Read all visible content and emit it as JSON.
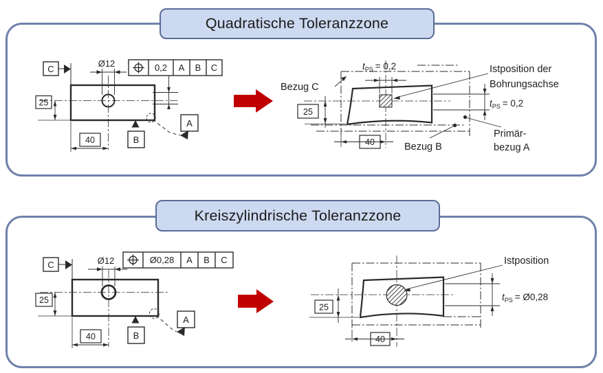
{
  "titles": {
    "panel1": "Quadratische Toleranzzone",
    "panel2": "Kreiszylindrische Toleranzzone"
  },
  "colors": {
    "panel_border": "#7081ab",
    "banner_border": "#5a6b96",
    "banner_fill": "#cdd9f0",
    "arrow_red": "#c00000",
    "ink": "#2a2a2a"
  },
  "panel1": {
    "drawing": {
      "datum_c": "C",
      "hole_dia": "Ø12",
      "fcf": {
        "tolerance": "0,2",
        "datum1": "A",
        "datum2": "B",
        "datum3": "C"
      },
      "dim_25": "25",
      "dim_40": "40",
      "datum_b": "B",
      "datum_a": "A"
    },
    "zone": {
      "tps_top": {
        "sym": "t",
        "sub": "PS",
        "val": "= 0,2"
      },
      "bezug_c": "Bezug C",
      "ist_line1": "Istposition der",
      "ist_line2": "Bohrungsachse",
      "dim_25": "25",
      "tps_right": {
        "sym": "t",
        "sub": "PS",
        "val": "= 0,2"
      },
      "dim_40": "40",
      "bezug_b": "Bezug B",
      "primaer_line1": "Primär-",
      "primaer_line2": "bezug A"
    }
  },
  "panel2": {
    "drawing": {
      "datum_c": "C",
      "hole_dia": "Ø12",
      "fcf": {
        "tolerance": "Ø0,28",
        "datum1": "A",
        "datum2": "B",
        "datum3": "C"
      },
      "dim_25": "25",
      "dim_40": "40",
      "datum_b": "B",
      "datum_a": "A"
    },
    "zone": {
      "istposition": "Istposition",
      "dim_25": "25",
      "tps_right": {
        "sym": "t",
        "sub": "PS",
        "val": "= Ø0,28"
      },
      "dim_40": "40"
    }
  }
}
